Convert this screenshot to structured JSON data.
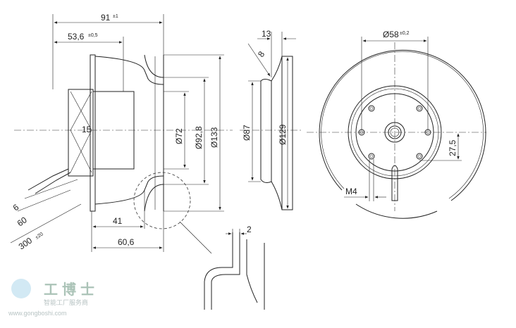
{
  "dimensions": {
    "total_length": {
      "value": "91",
      "tolerance": "±1"
    },
    "flange_offset": {
      "value": "53,6",
      "tolerance": "±0,5"
    },
    "shaft_offset": "15",
    "inlet_dia": "Ø72",
    "hub_dia": "Ø92,8",
    "outer_dia": "Ø133",
    "depth_41": "41",
    "depth_60_6": "60,6",
    "cable_6": "6",
    "cable_60": "60",
    "cable_300": {
      "value": "300",
      "tolerance": "±20"
    },
    "side_width": "13",
    "side_angle": "8",
    "side_inner_dia": "Ø87",
    "side_outer_dia": "Ø129",
    "detail_thickness": "2",
    "bolt_circle": {
      "value": "Ø58",
      "tolerance": "±0,2"
    },
    "offset_27_5": "27,5",
    "thread": "M4"
  },
  "watermark": {
    "brand": "工博士",
    "slogan": "智能工厂服务商",
    "url": "www.gongboshi.com"
  }
}
